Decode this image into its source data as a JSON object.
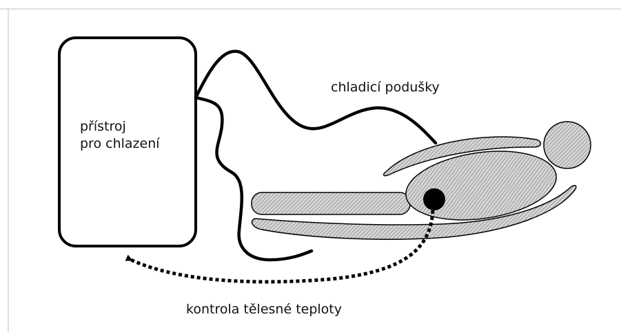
{
  "labels": {
    "device_line1": "přístroj",
    "device_line2": "pro chlazení",
    "cooling_pads": "chladicí podušky",
    "temperature_control": "kontrola tělesné teploty"
  },
  "colors": {
    "stroke": "#000000",
    "frame": "#bdbdbd",
    "hatch": "#9a9a9a",
    "sensor": "#000000"
  }
}
